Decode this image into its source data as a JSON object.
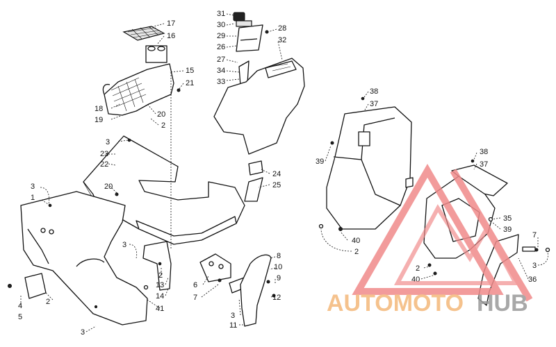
{
  "diagram": {
    "callouts": {
      "c17": "17",
      "c16": "16",
      "c15": "15",
      "c21": "21",
      "c18": "18",
      "c19": "19",
      "c20a": "20",
      "c2a": "2",
      "c3a": "3",
      "c23": "23",
      "c22": "22",
      "c20b": "20",
      "c3b": "3",
      "c1": "1",
      "c3c": "3",
      "c2b": "2",
      "c13": "13",
      "c14": "14",
      "c41": "41",
      "c4": "4",
      "c5": "5",
      "c2c": "2",
      "c3d": "3",
      "c31": "31",
      "c30": "30",
      "c29": "29",
      "c28": "28",
      "c26": "26",
      "c32": "32",
      "c27": "27",
      "c34": "34",
      "c33": "33",
      "c24": "24",
      "c25": "25",
      "c8": "8",
      "c10": "10",
      "c9": "9",
      "c6": "6",
      "c7a": "7",
      "c12": "12",
      "c3e": "3",
      "c11": "11",
      "c38a": "38",
      "c37a": "37",
      "c39a": "39",
      "c40a": "40",
      "c2d": "2",
      "c38b": "38",
      "c37b": "37",
      "c35": "35",
      "c39b": "39",
      "c7b": "7",
      "c3f": "3",
      "c36": "36",
      "c2e": "2",
      "c40b": "40"
    }
  },
  "watermark": {
    "brand_part1": "AUTOMOTO",
    "brand_part2": "HUB",
    "color_primary": "#f08a8a",
    "color_accent": "#f4b87a",
    "color_secondary": "#9a9a9a"
  }
}
